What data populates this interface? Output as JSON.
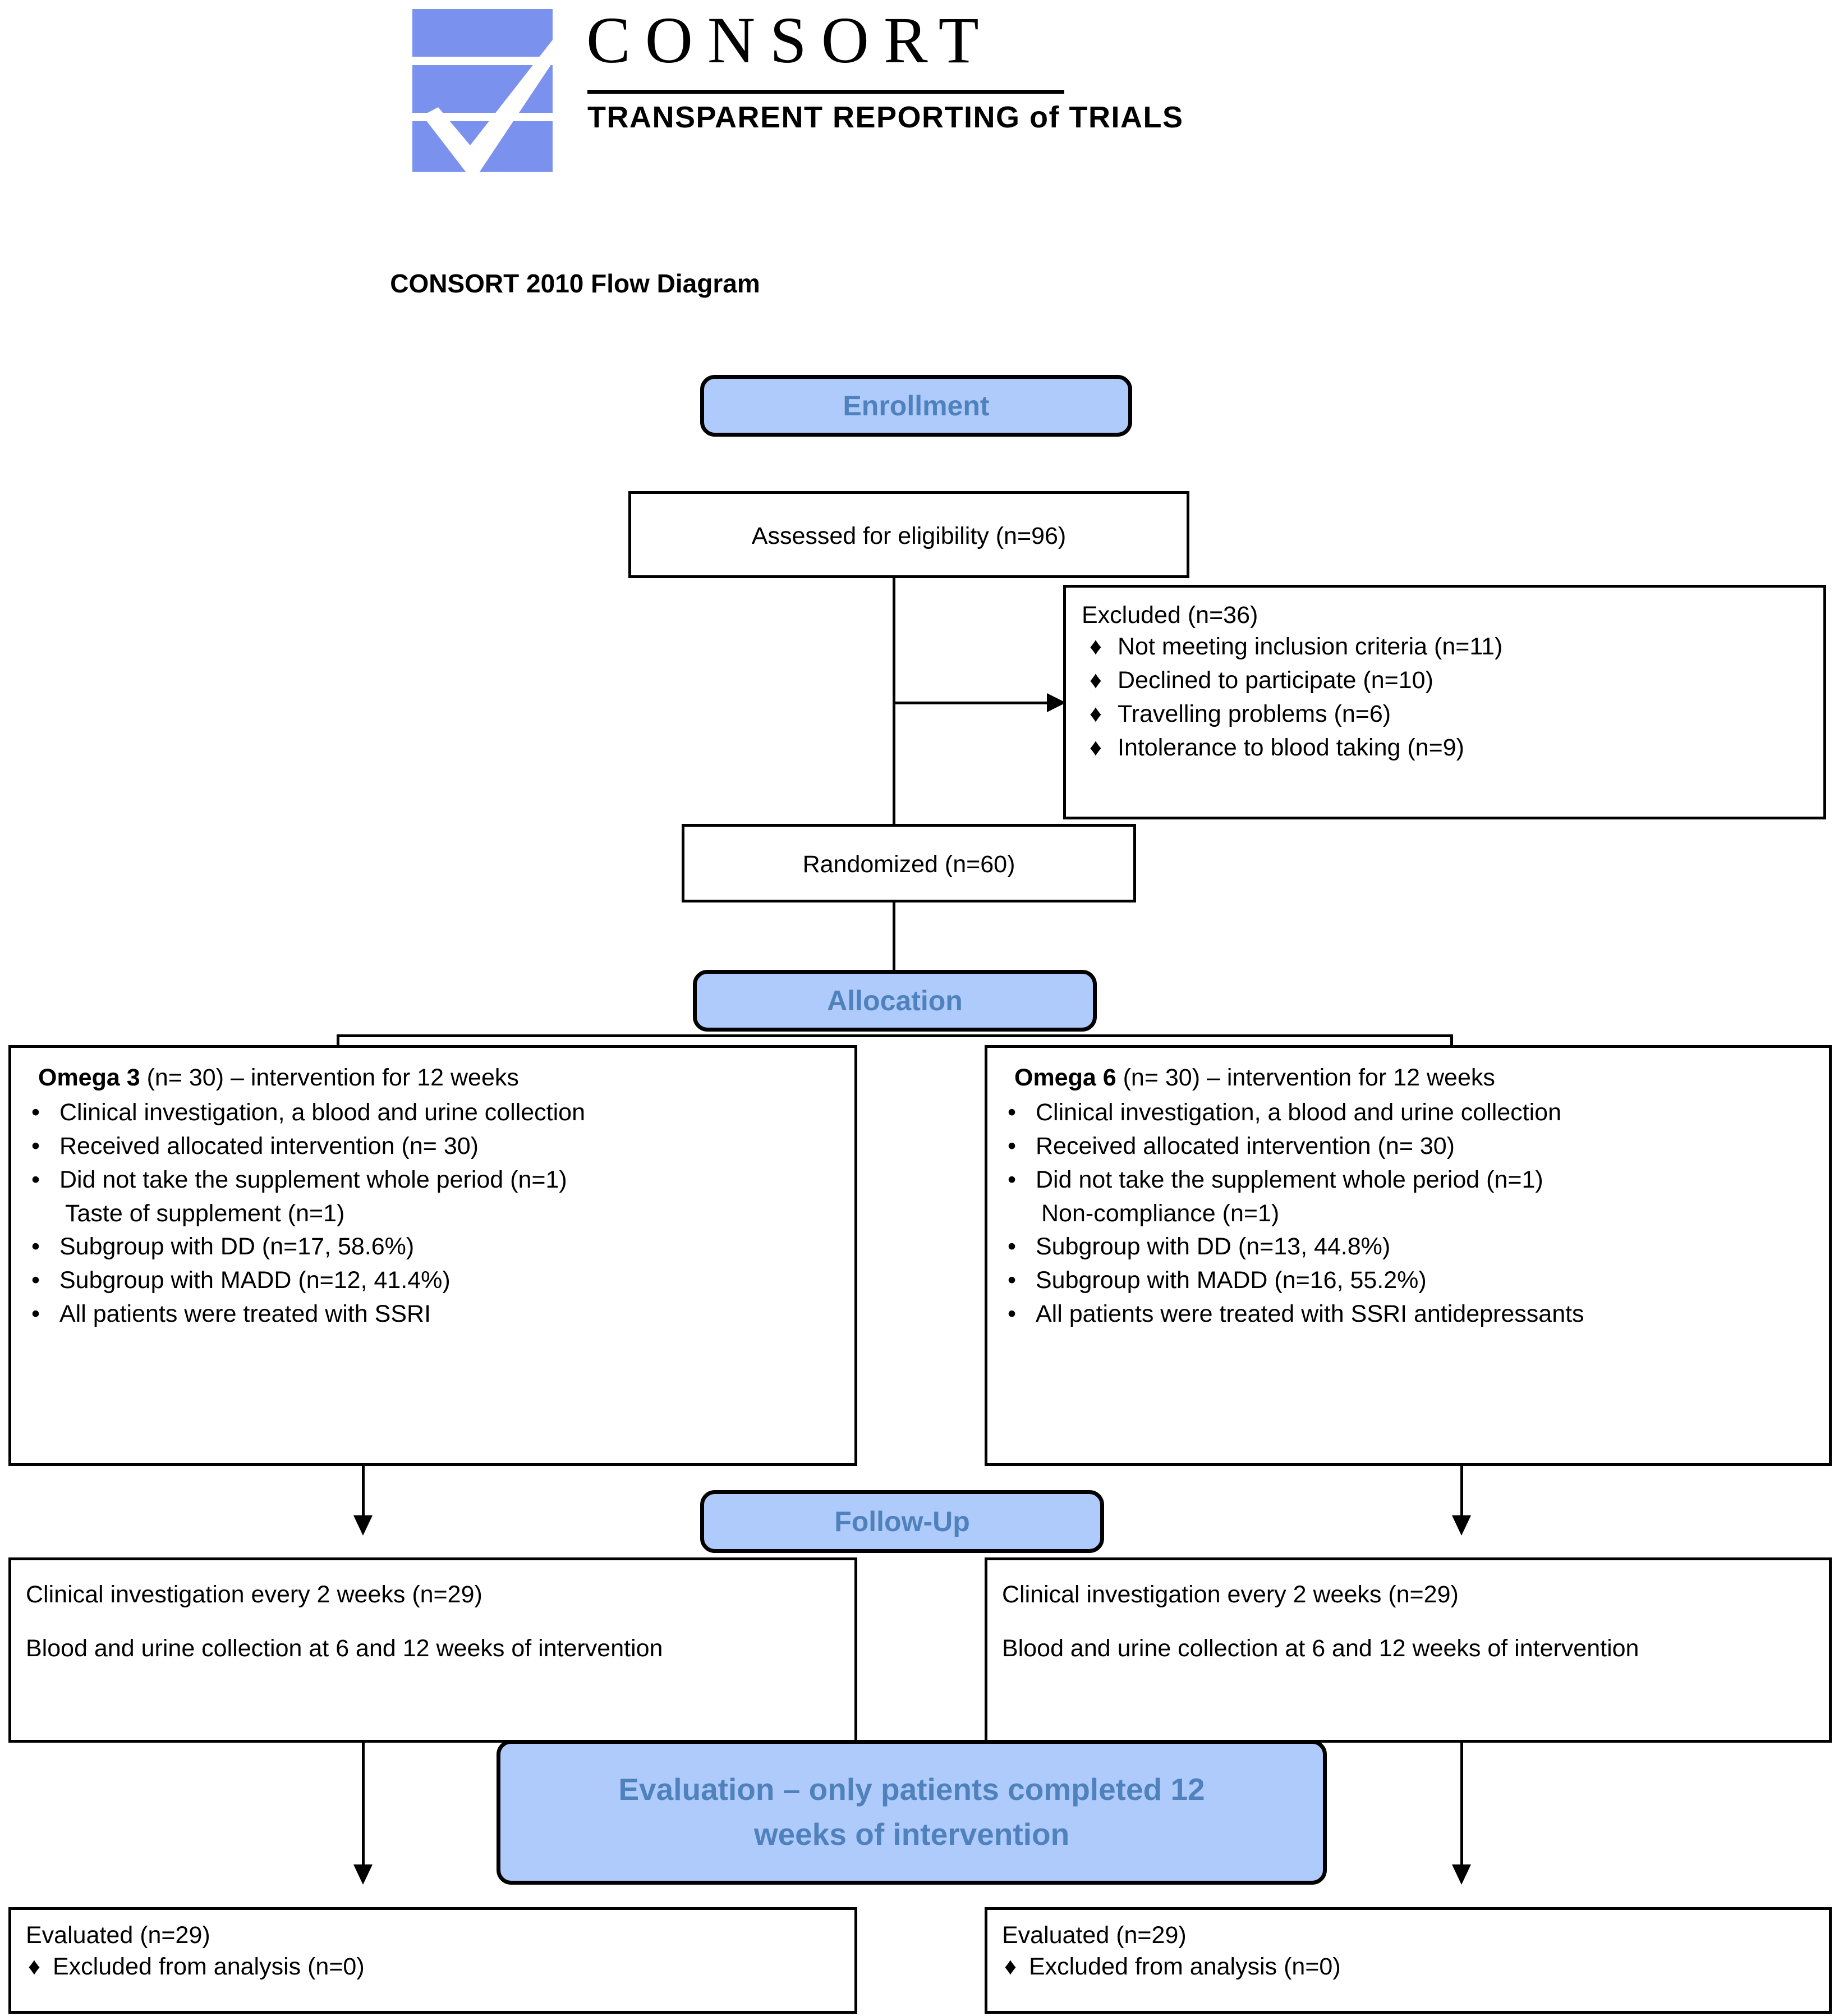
{
  "logo": {
    "wordmark": "CONSORT",
    "tagline_part1": "TRANSPARENT REPORTING",
    "tagline_of": " of ",
    "tagline_part2": "TRIALS",
    "mark_icon": "consort-checkmark-logo",
    "brand_blue": "#7B91EE"
  },
  "title": "CONSORT 2010 Flow Diagram",
  "colors": {
    "banner_fill": "#AFCBFB",
    "banner_text": "#4F81BD",
    "line": "#000000"
  },
  "banners": {
    "enrollment": "Enrollment",
    "allocation": "Allocation",
    "followup": "Follow-Up",
    "evaluation_line1": "Evaluation – only patients completed 12",
    "evaluation_line2": "weeks of intervention"
  },
  "enrollment": {
    "assessed": "Assessed for eligibility (n=96)",
    "excluded_header": "Excluded (n=36)",
    "excluded_items": [
      "Not meeting inclusion criteria (n=11)",
      "Declined to participate (n=10)",
      "Travelling problems (n=6)",
      "Intolerance to blood taking (n=9)"
    ],
    "randomized": "Randomized (n=60)"
  },
  "allocation": {
    "left": {
      "header_bold": "Omega 3",
      "header_rest": " (n= 30) – intervention for 12 weeks",
      "items": [
        "Clinical investigation, a blood and urine collection",
        "Received allocated intervention (n= 30)",
        "Did not take the supplement whole period (n=1)"
      ],
      "sub_item": "Taste of supplement (n=1)",
      "items2": [
        "Subgroup with DD (n=17, 58.6%)",
        "Subgroup with MADD (n=12, 41.4%)",
        "All patients were treated with SSRI"
      ]
    },
    "right": {
      "header_bold": "Omega 6",
      "header_rest": " (n= 30) – intervention for 12 weeks",
      "items": [
        "Clinical investigation, a blood and urine collection",
        "Received allocated intervention (n= 30)",
        "Did not take the supplement whole period (n=1)"
      ],
      "sub_item": "Non-compliance  (n=1)",
      "items2": [
        "Subgroup with DD (n=13, 44.8%)",
        "Subgroup with MADD (n=16, 55.2%)",
        "All patients were treated with SSRI antidepressants"
      ]
    }
  },
  "followup": {
    "left": {
      "line1": "Clinical investigation every 2 weeks (n=29)",
      "line2": "Blood and urine collection at 6 and 12 weeks of intervention"
    },
    "right": {
      "line1": "Clinical investigation every 2 weeks (n=29)",
      "line2": "Blood and urine collection at 6 and 12 weeks of intervention"
    }
  },
  "evaluated": {
    "left": {
      "header": "Evaluated (n=29)",
      "item": "Excluded from analysis (n=0)"
    },
    "right": {
      "header": "Evaluated (n=29)",
      "item": "Excluded from analysis (n=0)"
    }
  },
  "glyphs": {
    "diamond_bullet": "♦",
    "round_bullet": "•"
  }
}
